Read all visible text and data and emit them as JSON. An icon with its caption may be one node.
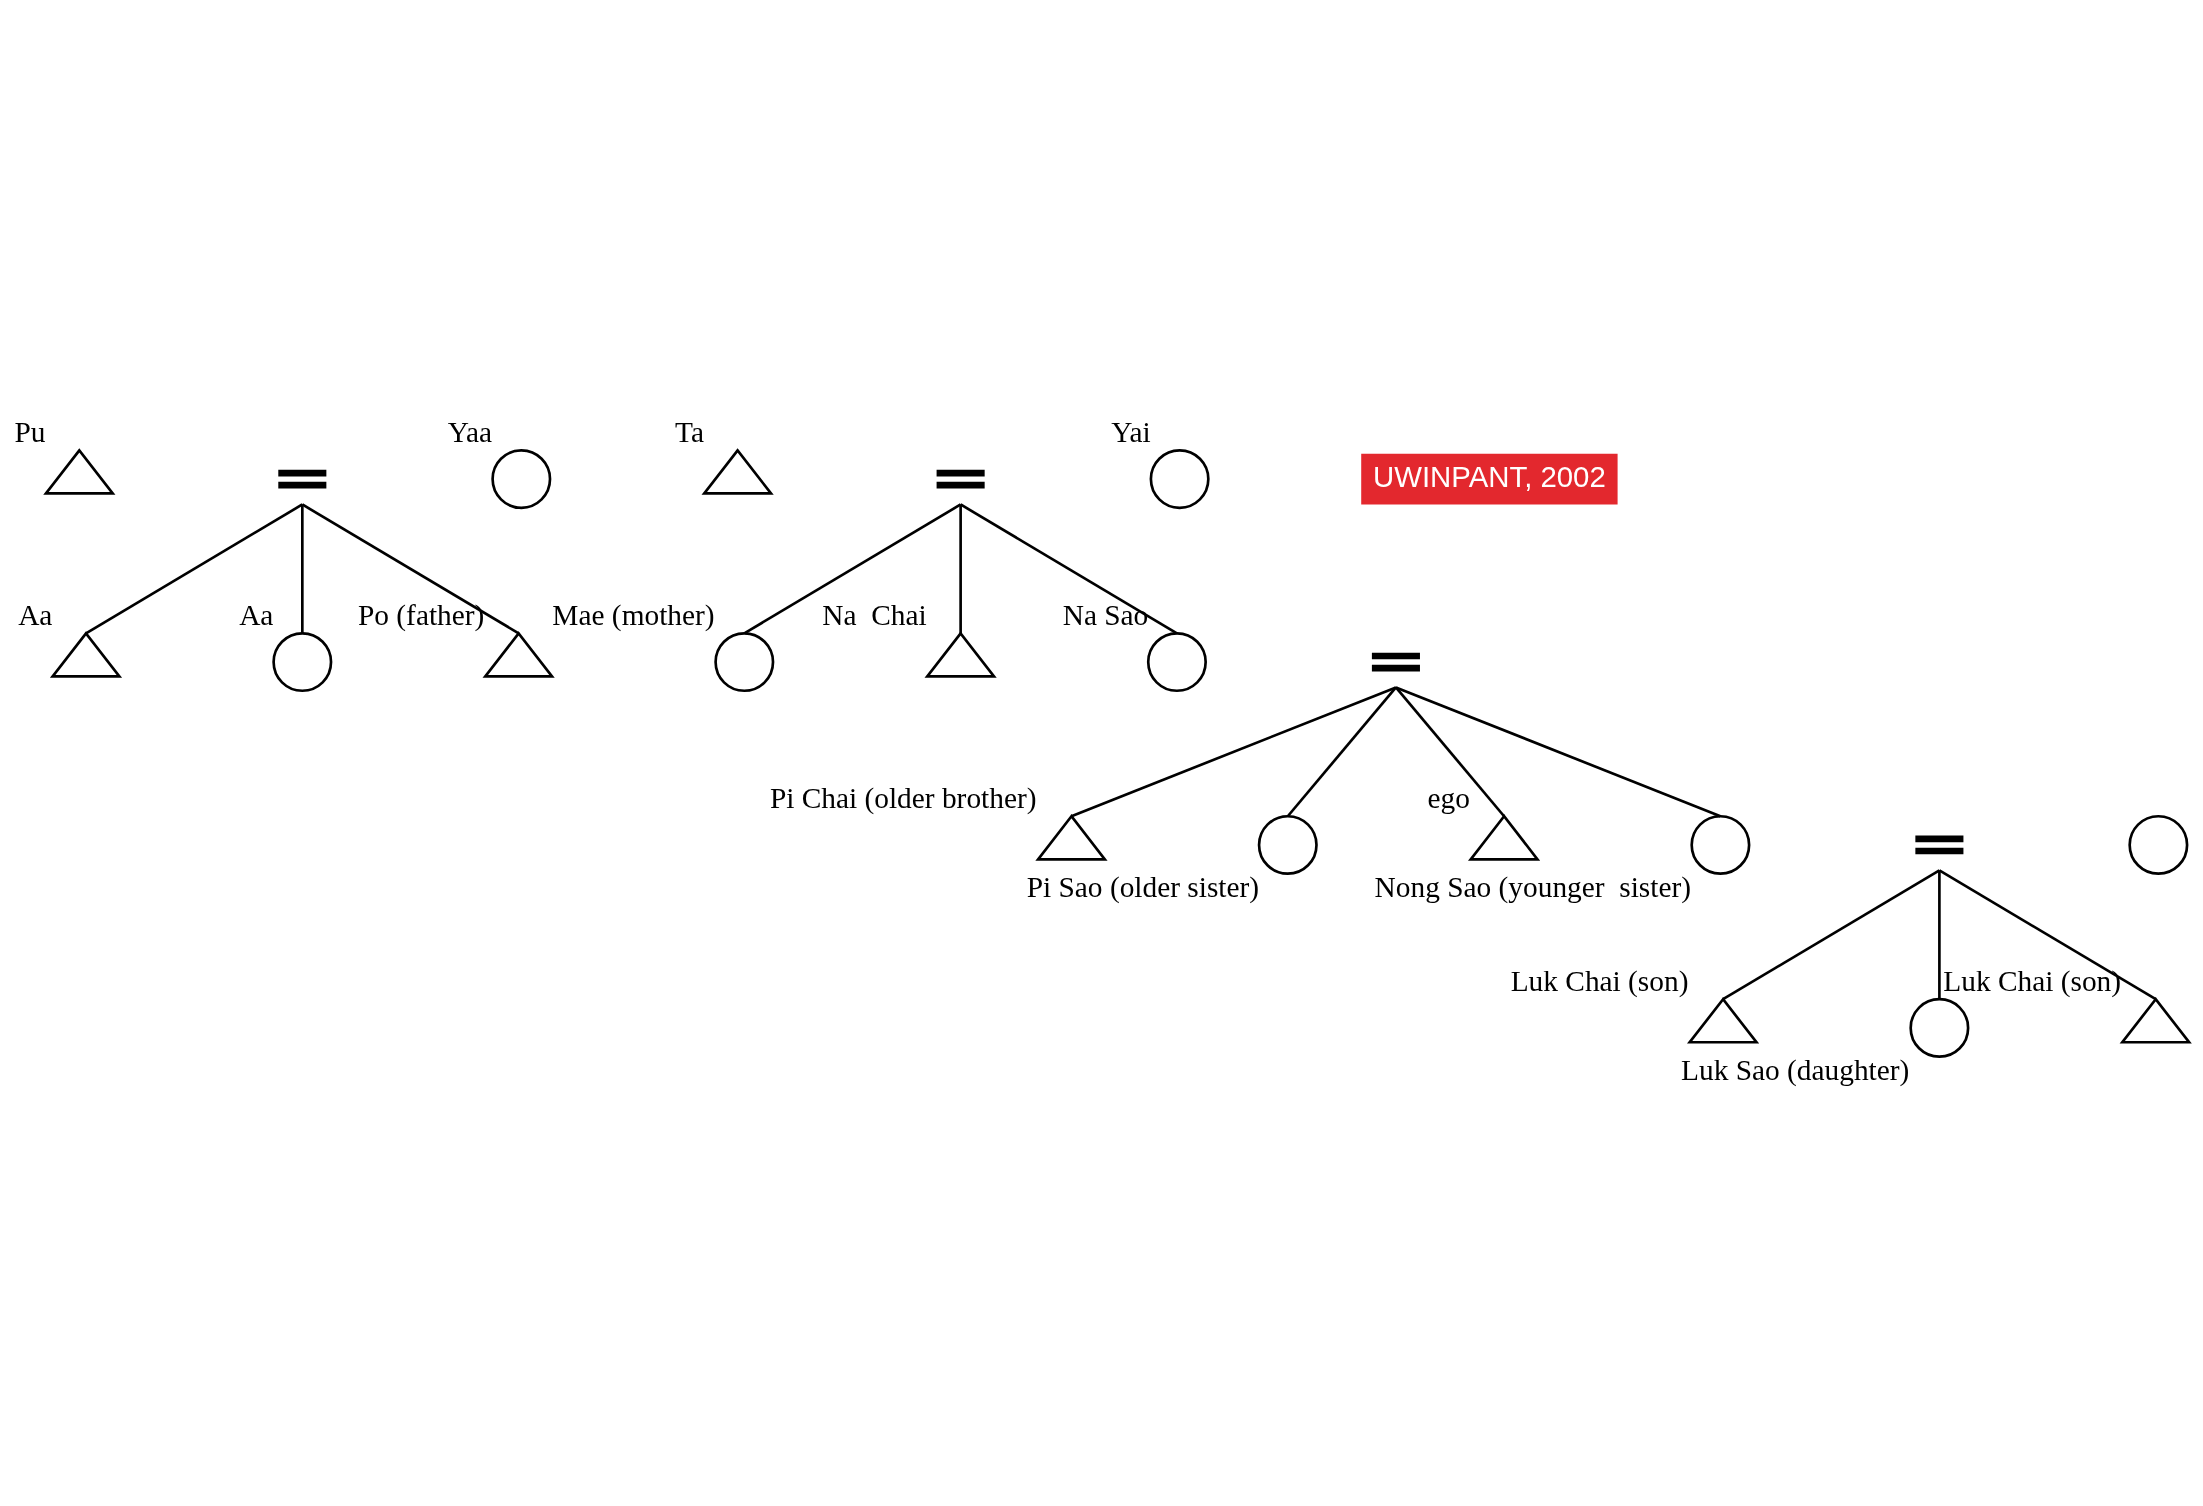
{
  "diagram": {
    "nodes": [
      {
        "text": [],
        "shape": "triangle",
        "beside": [
          "Pu"
        ]
      },
      {
        "text": [],
        "shape": "equals"
      },
      {
        "text": [],
        "shape": "circle",
        "beside": [
          "Yaa"
        ]
      },
      {
        "text": [],
        "shape": "triangle",
        "beside": [
          "Ta"
        ]
      },
      {
        "text": [],
        "shape": "equals"
      },
      {
        "text": [],
        "shape": "circle",
        "beside": [
          "Yai"
        ]
      },
      {
        "text": [],
        "shape": "triangle",
        "beside": [
          "Aa"
        ]
      },
      {
        "text": [],
        "shape": "circle",
        "beside": [
          "Aa"
        ]
      },
      {
        "text": [],
        "shape": "triangle",
        "beside": [
          "Po (father)"
        ]
      },
      {
        "text": [],
        "shape": "equals"
      },
      {
        "text": [],
        "shape": "circle",
        "beside": [
          "Mae (mother)"
        ]
      },
      {
        "text": [],
        "shape": "triangle",
        "beside": [
          "Na  Chai"
        ]
      },
      {
        "text": [],
        "shape": "circle",
        "beside": [
          "Na Sao"
        ]
      },
      {
        "text": [],
        "shape": "triangle",
        "beside": [
          "Pi Chai (older brother)"
        ]
      },
      {
        "text": [],
        "shape": "circle",
        "beside": [
          "Pi Sao (older sister)"
        ]
      },
      {
        "text": [],
        "shape": "triangle",
        "beside": [
          "ego"
        ]
      },
      {
        "text": [],
        "shape": "equals"
      },
      {
        "text": [],
        "shape": "circle"
      },
      {
        "text": [],
        "shape": "circle",
        "beside": [
          "Nong Sao (younger  sister)"
        ]
      },
      {
        "text": [],
        "shape": "triangle",
        "beside": [
          "Luk Chai (son)"
        ]
      },
      {
        "text": [],
        "shape": "circle",
        "beside": [
          "Luk Sao (daughter)"
        ]
      },
      {
        "text": [],
        "shape": "triangle",
        "beside": [
          "Luk Chai (son)"
        ]
      }
    ],
    "edges": [
      {
        "from": 1,
        "to": 6,
        "arrow": "none"
      },
      {
        "from": 1,
        "to": 7,
        "arrow": "none"
      },
      {
        "from": 1,
        "to": 8,
        "arrow": "none"
      },
      {
        "from": 4,
        "to": 10,
        "arrow": "none"
      },
      {
        "from": 4,
        "to": 11,
        "arrow": "none"
      },
      {
        "from": 4,
        "to": 12,
        "arrow": "none"
      },
      {
        "from": 9,
        "to": 13,
        "arrow": "none"
      },
      {
        "from": 9,
        "to": 14,
        "arrow": "none"
      },
      {
        "from": 9,
        "to": 15,
        "arrow": "none"
      },
      {
        "from": 9,
        "to": 18,
        "arrow": "none"
      },
      {
        "from": 16,
        "to": 19,
        "arrow": "none"
      },
      {
        "from": 16,
        "to": 20,
        "arrow": "none"
      },
      {
        "from": 16,
        "to": 21,
        "arrow": "none"
      }
    ],
    "labels": [
      "UWINPANT, 2002"
    ]
  }
}
